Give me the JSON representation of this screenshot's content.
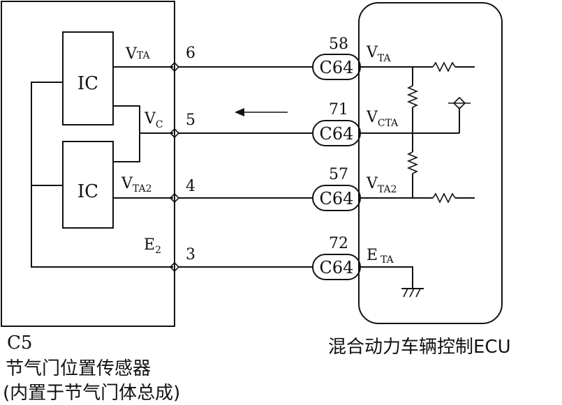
{
  "sensor": {
    "connector": "C5",
    "title": "节气门位置传感器",
    "subtitle": "(内置于节气门体总成)",
    "ic_label": "IC",
    "pins": [
      {
        "num": "6",
        "name": "V",
        "sub": "TA"
      },
      {
        "num": "5",
        "name": "V",
        "sub": "C"
      },
      {
        "num": "4",
        "name": "V",
        "sub": "TA2"
      },
      {
        "num": "3",
        "name": "E",
        "sub": "2"
      }
    ]
  },
  "ecu": {
    "title": "混合动力车辆控制ECU",
    "connector": "C64",
    "pins": [
      {
        "num": "58",
        "name": "V",
        "sub": "TA"
      },
      {
        "num": "71",
        "name": "V",
        "sub": "CTA"
      },
      {
        "num": "57",
        "name": "V",
        "sub": "TA2"
      },
      {
        "num": "72",
        "name": "E",
        "sub": "TA"
      }
    ]
  }
}
